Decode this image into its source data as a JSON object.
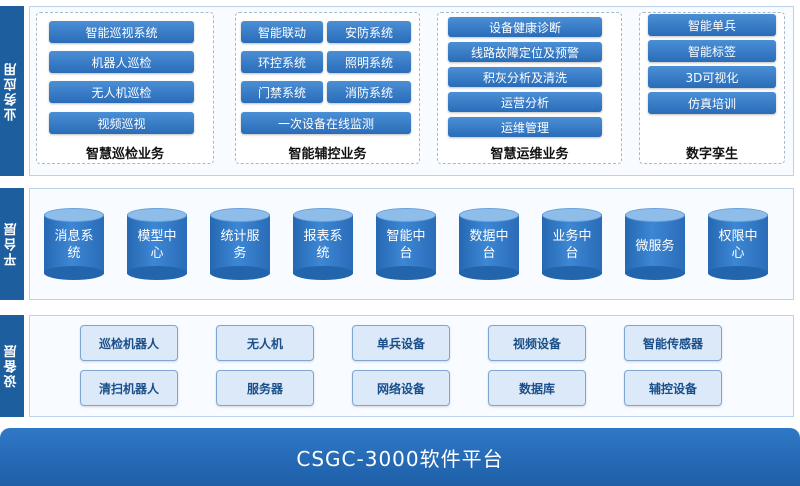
{
  "layers": {
    "business": {
      "title": "业务应用",
      "groups": [
        {
          "label": "智慧巡检业务",
          "items": [
            "智能巡视系统",
            "机器人巡检",
            "无人机巡检",
            "视频巡视"
          ]
        },
        {
          "label": "智能辅控业务",
          "items": [
            "智能联动",
            "安防系统",
            "环控系统",
            "照明系统",
            "门禁系统",
            "消防系统",
            "一次设备在线监测"
          ]
        },
        {
          "label": "智慧运维业务",
          "items": [
            "设备健康诊断",
            "线路故障定位及预警",
            "积灰分析及清洗",
            "运营分析",
            "运维管理"
          ]
        },
        {
          "label": "数字孪生",
          "items": [
            "智能单兵",
            "智能标签",
            "3D可视化",
            "仿真培训"
          ]
        }
      ]
    },
    "platform": {
      "title": "平台层",
      "items": [
        [
          "消息系",
          "统"
        ],
        [
          "模型中",
          "心"
        ],
        [
          "统计服",
          "务"
        ],
        [
          "报表系",
          "统"
        ],
        [
          "智能中",
          "台"
        ],
        [
          "数据中",
          "台"
        ],
        [
          "业务中",
          "台"
        ],
        [
          "微服务"
        ],
        [
          "权限中",
          "心"
        ]
      ]
    },
    "device": {
      "title": "设备层",
      "rows": [
        [
          "巡检机器人",
          "无人机",
          "单兵设备",
          "视频设备",
          "智能传感器"
        ],
        [
          "清扫机器人",
          "服务器",
          "网络设备",
          "数据库",
          "辅控设备"
        ]
      ]
    }
  },
  "footer": {
    "title": "CSGC-3000软件平台"
  }
}
